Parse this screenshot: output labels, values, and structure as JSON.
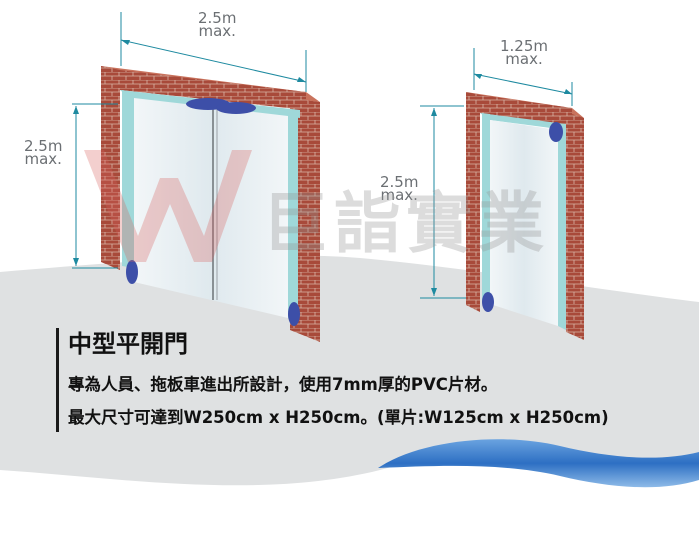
{
  "dimensions": {
    "left_door_width": [
      "2.5m",
      "max."
    ],
    "left_door_height": [
      "2.5m",
      "max."
    ],
    "right_door_width": [
      "1.25m",
      "max."
    ],
    "right_door_height": [
      "2.5m",
      "max."
    ]
  },
  "watermark": "巨詣實業",
  "product": {
    "title": "中型平開門",
    "description": "專為人員、拖板車進出所設計，使用7mm厚的PVC片材。",
    "size_note": "最大尺寸可達到W250cm x H250cm。(單片:W125cm x H250cm)"
  },
  "colors": {
    "brick": "#a84a3a",
    "frame": "#9fd8d9",
    "curtain": "#e4eef2",
    "hinge": "#3d4fa8",
    "floor": "#dfe1e2",
    "water": "#2d6fc3",
    "dimension_line": "#1e8aa0"
  }
}
